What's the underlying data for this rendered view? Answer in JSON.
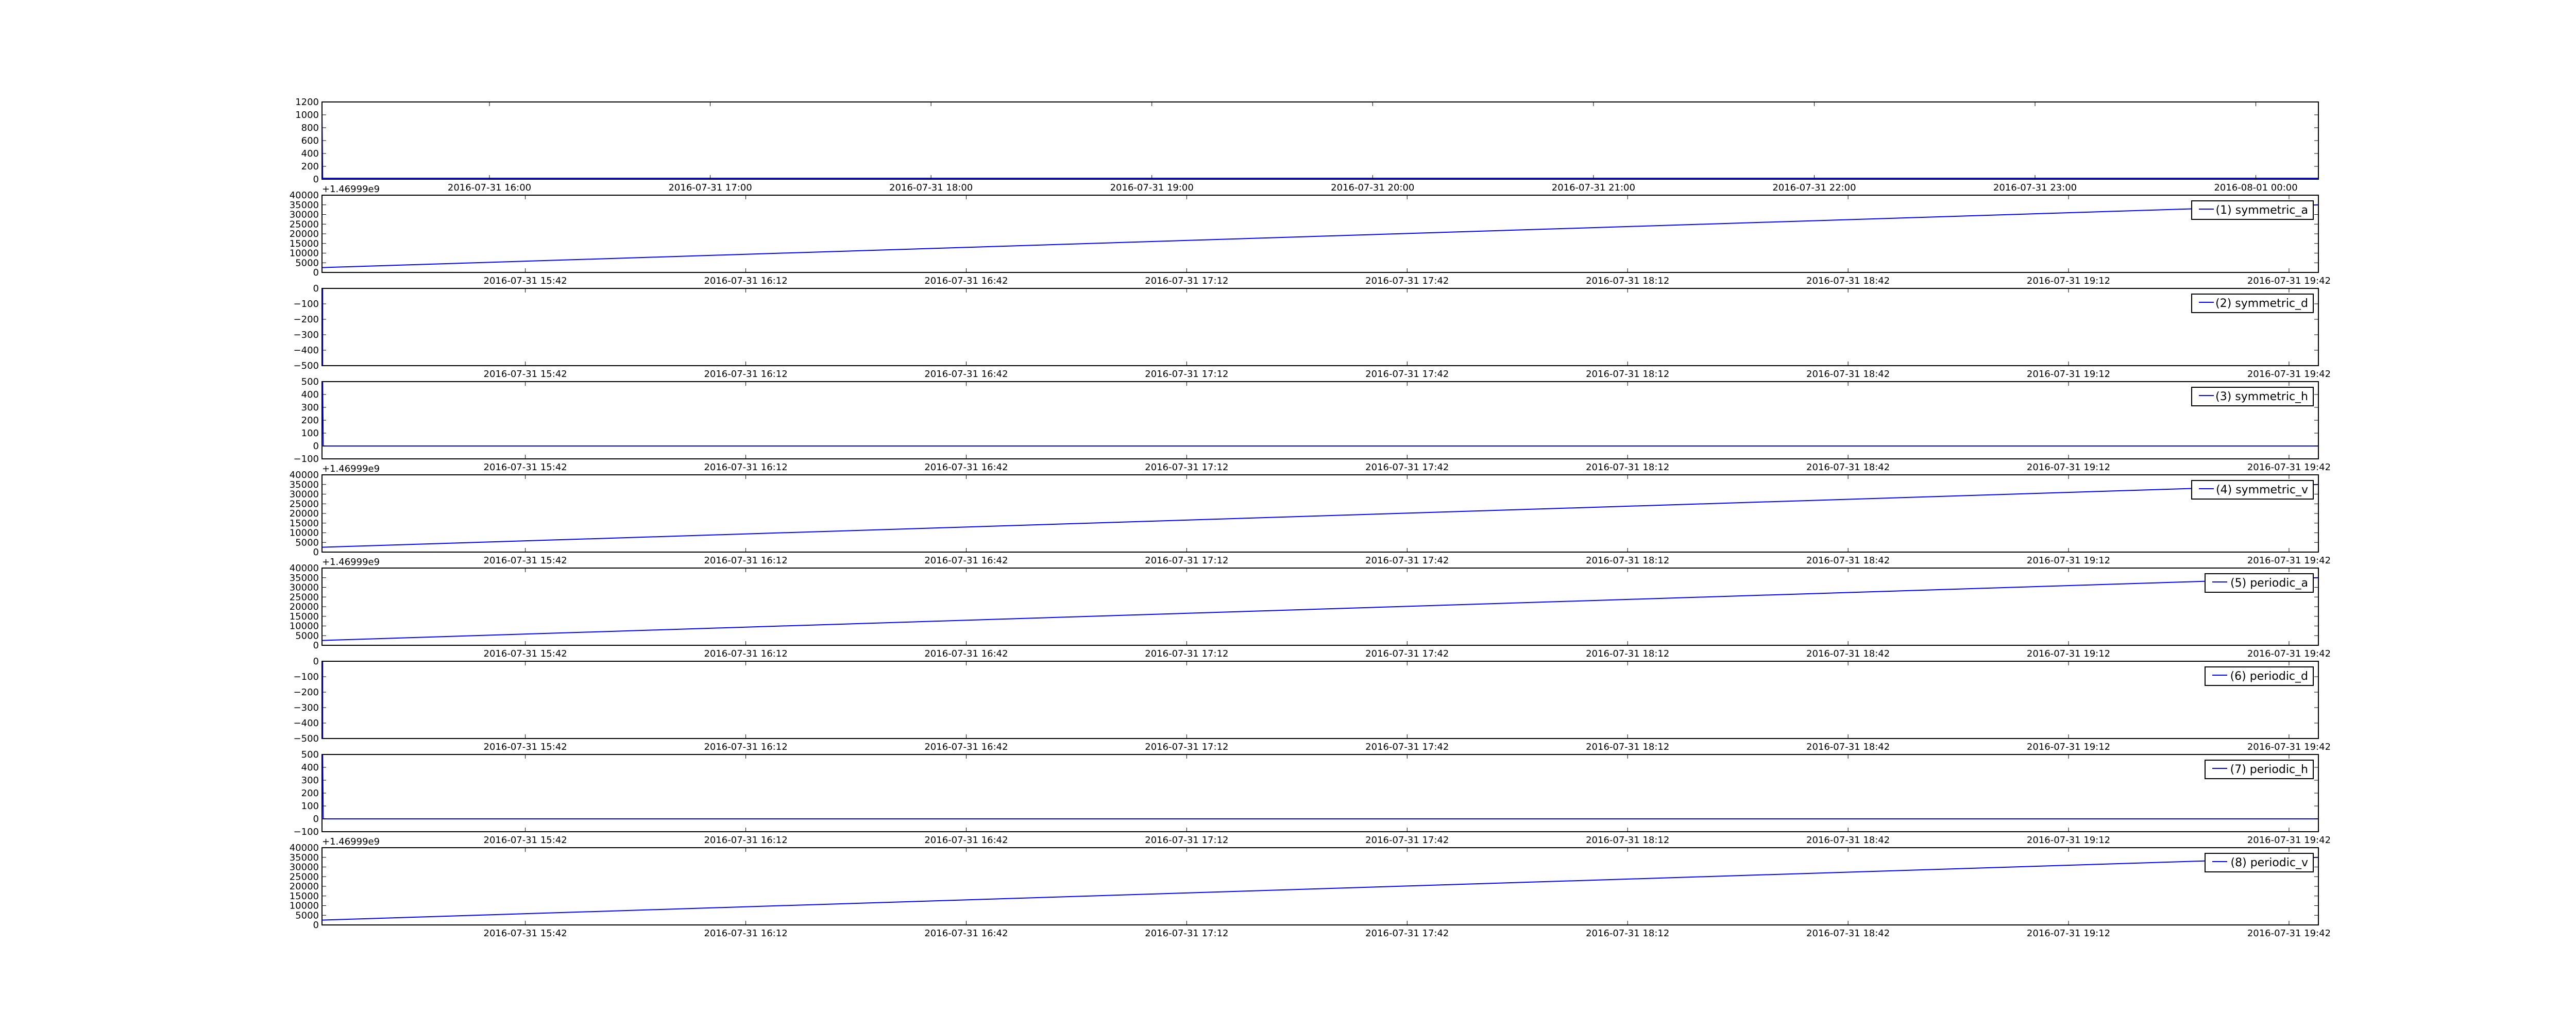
{
  "chart_data": [
    {
      "type": "line",
      "title": "",
      "legend": null,
      "xlim": [
        "2016-07-31 15:14:30",
        "2016-08-01 00:17:00"
      ],
      "ylim": [
        0,
        1200
      ],
      "yticks": [
        0,
        200,
        400,
        600,
        800,
        1000,
        1200
      ],
      "ytick_labels": [
        "0",
        "200",
        "400",
        "600",
        "800",
        "1000",
        "1200"
      ],
      "xticks": [
        "2016-07-31 16:00",
        "2016-07-31 17:00",
        "2016-07-31 18:00",
        "2016-07-31 19:00",
        "2016-07-31 20:00",
        "2016-07-31 21:00",
        "2016-07-31 22:00",
        "2016-07-31 23:00",
        "2016-08-01 00:00"
      ],
      "xtick_labels": [
        "2016-07-31 16:00",
        "2016-07-31 17:00",
        "2016-07-31 18:00",
        "2016-07-31 19:00",
        "2016-07-31 20:00",
        "2016-07-31 21:00",
        "2016-07-31 22:00",
        "2016-07-31 23:00",
        "2016-08-01 00:00"
      ],
      "offset_text": null,
      "series": [
        {
          "name": "",
          "color": "#0000ff",
          "points": [
            [
              "2016-07-31 15:14:30",
              1000
            ],
            [
              "2016-07-31 15:14:40",
              15
            ],
            [
              "2016-08-01 00:17:00",
              15
            ]
          ]
        }
      ]
    },
    {
      "type": "line",
      "legend": "(1) symmetric_a",
      "xlim": [
        "2016-07-31 15:14:20",
        "2016-07-31 19:46:00"
      ],
      "ylim": [
        0,
        40000
      ],
      "yticks": [
        0,
        5000,
        10000,
        15000,
        20000,
        25000,
        30000,
        35000,
        40000
      ],
      "ytick_labels": [
        "0",
        "5000",
        "10000",
        "15000",
        "20000",
        "25000",
        "30000",
        "35000",
        "40000"
      ],
      "xticks": [
        "2016-07-31 15:42",
        "2016-07-31 16:12",
        "2016-07-31 16:42",
        "2016-07-31 17:12",
        "2016-07-31 17:42",
        "2016-07-31 18:12",
        "2016-07-31 18:42",
        "2016-07-31 19:12",
        "2016-07-31 19:42"
      ],
      "xtick_labels": [
        "2016-07-31 15:42",
        "2016-07-31 16:12",
        "2016-07-31 16:42",
        "2016-07-31 17:12",
        "2016-07-31 17:42",
        "2016-07-31 18:12",
        "2016-07-31 18:42",
        "2016-07-31 19:12",
        "2016-07-31 19:42"
      ],
      "offset_text": "+1.46999e9",
      "series": [
        {
          "name": "(1) symmetric_a",
          "color": "#0000ff",
          "points": [
            [
              "2016-07-31 15:14:20",
              2500
            ],
            [
              "2016-07-31 19:46:00",
              35000
            ]
          ]
        }
      ]
    },
    {
      "type": "line",
      "legend": "(2) symmetric_d",
      "xlim": [
        "2016-07-31 15:14:20",
        "2016-07-31 19:46:00"
      ],
      "ylim": [
        -500,
        0
      ],
      "yticks": [
        -500,
        -400,
        -300,
        -200,
        -100,
        0
      ],
      "ytick_labels": [
        "−500",
        "−400",
        "−300",
        "−200",
        "−100",
        "0"
      ],
      "xticks": [
        "2016-07-31 15:42",
        "2016-07-31 16:12",
        "2016-07-31 16:42",
        "2016-07-31 17:12",
        "2016-07-31 17:42",
        "2016-07-31 18:12",
        "2016-07-31 18:42",
        "2016-07-31 19:12",
        "2016-07-31 19:42"
      ],
      "xtick_labels": [
        "2016-07-31 15:42",
        "2016-07-31 16:12",
        "2016-07-31 16:42",
        "2016-07-31 17:12",
        "2016-07-31 17:42",
        "2016-07-31 18:12",
        "2016-07-31 18:42",
        "2016-07-31 19:12",
        "2016-07-31 19:42"
      ],
      "offset_text": null,
      "series": [
        {
          "name": "(2) symmetric_d",
          "color": "#0000ff",
          "points": [
            [
              "2016-07-31 15:14:25",
              0
            ],
            [
              "2016-07-31 15:14:25",
              -500
            ]
          ]
        }
      ]
    },
    {
      "type": "line",
      "legend": "(3) symmetric_h",
      "xlim": [
        "2016-07-31 15:14:20",
        "2016-07-31 19:46:00"
      ],
      "ylim": [
        -100,
        500
      ],
      "yticks": [
        -100,
        0,
        100,
        200,
        300,
        400,
        500
      ],
      "ytick_labels": [
        "−100",
        "0",
        "100",
        "200",
        "300",
        "400",
        "500"
      ],
      "xticks": [
        "2016-07-31 15:42",
        "2016-07-31 16:12",
        "2016-07-31 16:42",
        "2016-07-31 17:12",
        "2016-07-31 17:42",
        "2016-07-31 18:12",
        "2016-07-31 18:42",
        "2016-07-31 19:12",
        "2016-07-31 19:42"
      ],
      "xtick_labels": [
        "2016-07-31 15:42",
        "2016-07-31 16:12",
        "2016-07-31 16:42",
        "2016-07-31 17:12",
        "2016-07-31 17:42",
        "2016-07-31 18:12",
        "2016-07-31 18:42",
        "2016-07-31 19:12",
        "2016-07-31 19:42"
      ],
      "offset_text": null,
      "series": [
        {
          "name": "(3) symmetric_h",
          "color": "#0000ff",
          "points": [
            [
              "2016-07-31 15:14:25",
              500
            ],
            [
              "2016-07-31 15:14:30",
              0
            ],
            [
              "2016-07-31 19:46:00",
              0
            ]
          ]
        }
      ]
    },
    {
      "type": "line",
      "legend": "(4) symmetric_v",
      "xlim": [
        "2016-07-31 15:14:20",
        "2016-07-31 19:46:00"
      ],
      "ylim": [
        0,
        40000
      ],
      "yticks": [
        0,
        5000,
        10000,
        15000,
        20000,
        25000,
        30000,
        35000,
        40000
      ],
      "ytick_labels": [
        "0",
        "5000",
        "10000",
        "15000",
        "20000",
        "25000",
        "30000",
        "35000",
        "40000"
      ],
      "xticks": [
        "2016-07-31 15:42",
        "2016-07-31 16:12",
        "2016-07-31 16:42",
        "2016-07-31 17:12",
        "2016-07-31 17:42",
        "2016-07-31 18:12",
        "2016-07-31 18:42",
        "2016-07-31 19:12",
        "2016-07-31 19:42"
      ],
      "xtick_labels": [
        "2016-07-31 15:42",
        "2016-07-31 16:12",
        "2016-07-31 16:42",
        "2016-07-31 17:12",
        "2016-07-31 17:42",
        "2016-07-31 18:12",
        "2016-07-31 18:42",
        "2016-07-31 19:12",
        "2016-07-31 19:42"
      ],
      "offset_text": "+1.46999e9",
      "series": [
        {
          "name": "(4) symmetric_v",
          "color": "#0000ff",
          "points": [
            [
              "2016-07-31 15:14:20",
              2500
            ],
            [
              "2016-07-31 19:46:00",
              35000
            ]
          ]
        }
      ]
    },
    {
      "type": "line",
      "legend": "(5) periodic_a",
      "xlim": [
        "2016-07-31 15:14:20",
        "2016-07-31 19:46:00"
      ],
      "ylim": [
        0,
        40000
      ],
      "yticks": [
        0,
        5000,
        10000,
        15000,
        20000,
        25000,
        30000,
        35000,
        40000
      ],
      "ytick_labels": [
        "0",
        "5000",
        "10000",
        "15000",
        "20000",
        "25000",
        "30000",
        "35000",
        "40000"
      ],
      "xticks": [
        "2016-07-31 15:42",
        "2016-07-31 16:12",
        "2016-07-31 16:42",
        "2016-07-31 17:12",
        "2016-07-31 17:42",
        "2016-07-31 18:12",
        "2016-07-31 18:42",
        "2016-07-31 19:12",
        "2016-07-31 19:42"
      ],
      "xtick_labels": [
        "2016-07-31 15:42",
        "2016-07-31 16:12",
        "2016-07-31 16:42",
        "2016-07-31 17:12",
        "2016-07-31 17:42",
        "2016-07-31 18:12",
        "2016-07-31 18:42",
        "2016-07-31 19:12",
        "2016-07-31 19:42"
      ],
      "offset_text": "+1.46999e9",
      "series": [
        {
          "name": "(5) periodic_a",
          "color": "#0000ff",
          "points": [
            [
              "2016-07-31 15:14:20",
              2500
            ],
            [
              "2016-07-31 19:46:00",
              35000
            ]
          ]
        }
      ]
    },
    {
      "type": "line",
      "legend": "(6) periodic_d",
      "xlim": [
        "2016-07-31 15:14:20",
        "2016-07-31 19:46:00"
      ],
      "ylim": [
        -500,
        0
      ],
      "yticks": [
        -500,
        -400,
        -300,
        -200,
        -100,
        0
      ],
      "ytick_labels": [
        "−500",
        "−400",
        "−300",
        "−200",
        "−100",
        "0"
      ],
      "xticks": [
        "2016-07-31 15:42",
        "2016-07-31 16:12",
        "2016-07-31 16:42",
        "2016-07-31 17:12",
        "2016-07-31 17:42",
        "2016-07-31 18:12",
        "2016-07-31 18:42",
        "2016-07-31 19:12",
        "2016-07-31 19:42"
      ],
      "xtick_labels": [
        "2016-07-31 15:42",
        "2016-07-31 16:12",
        "2016-07-31 16:42",
        "2016-07-31 17:12",
        "2016-07-31 17:42",
        "2016-07-31 18:12",
        "2016-07-31 18:42",
        "2016-07-31 19:12",
        "2016-07-31 19:42"
      ],
      "offset_text": null,
      "series": [
        {
          "name": "(6) periodic_d",
          "color": "#0000ff",
          "points": [
            [
              "2016-07-31 15:14:25",
              0
            ],
            [
              "2016-07-31 15:14:25",
              -500
            ]
          ]
        }
      ]
    },
    {
      "type": "line",
      "legend": "(7) periodic_h",
      "xlim": [
        "2016-07-31 15:14:20",
        "2016-07-31 19:46:00"
      ],
      "ylim": [
        -100,
        500
      ],
      "yticks": [
        -100,
        0,
        100,
        200,
        300,
        400,
        500
      ],
      "ytick_labels": [
        "−100",
        "0",
        "100",
        "200",
        "300",
        "400",
        "500"
      ],
      "xticks": [
        "2016-07-31 15:42",
        "2016-07-31 16:12",
        "2016-07-31 16:42",
        "2016-07-31 17:12",
        "2016-07-31 17:42",
        "2016-07-31 18:12",
        "2016-07-31 18:42",
        "2016-07-31 19:12",
        "2016-07-31 19:42"
      ],
      "xtick_labels": [
        "2016-07-31 15:42",
        "2016-07-31 16:12",
        "2016-07-31 16:42",
        "2016-07-31 17:12",
        "2016-07-31 17:42",
        "2016-07-31 18:12",
        "2016-07-31 18:42",
        "2016-07-31 19:12",
        "2016-07-31 19:42"
      ],
      "offset_text": null,
      "series": [
        {
          "name": "(7) periodic_h",
          "color": "#0000ff",
          "points": [
            [
              "2016-07-31 15:14:25",
              500
            ],
            [
              "2016-07-31 15:14:30",
              0
            ],
            [
              "2016-07-31 19:46:00",
              0
            ]
          ]
        }
      ]
    },
    {
      "type": "line",
      "legend": "(8) periodic_v",
      "xlim": [
        "2016-07-31 15:14:20",
        "2016-07-31 19:46:00"
      ],
      "ylim": [
        0,
        40000
      ],
      "yticks": [
        0,
        5000,
        10000,
        15000,
        20000,
        25000,
        30000,
        35000,
        40000
      ],
      "ytick_labels": [
        "0",
        "5000",
        "10000",
        "15000",
        "20000",
        "25000",
        "30000",
        "35000",
        "40000"
      ],
      "xticks": [
        "2016-07-31 15:42",
        "2016-07-31 16:12",
        "2016-07-31 16:42",
        "2016-07-31 17:12",
        "2016-07-31 17:42",
        "2016-07-31 18:12",
        "2016-07-31 18:42",
        "2016-07-31 19:12",
        "2016-07-31 19:42"
      ],
      "xtick_labels": [
        "2016-07-31 15:42",
        "2016-07-31 16:12",
        "2016-07-31 16:42",
        "2016-07-31 17:12",
        "2016-07-31 17:42",
        "2016-07-31 18:12",
        "2016-07-31 18:42",
        "2016-07-31 19:12",
        "2016-07-31 19:42"
      ],
      "offset_text": "+1.46999e9",
      "series": [
        {
          "name": "(8) periodic_v",
          "color": "#0000ff",
          "points": [
            [
              "2016-07-31 15:14:20",
              2500
            ],
            [
              "2016-07-31 19:46:00",
              35000
            ]
          ]
        }
      ]
    }
  ]
}
